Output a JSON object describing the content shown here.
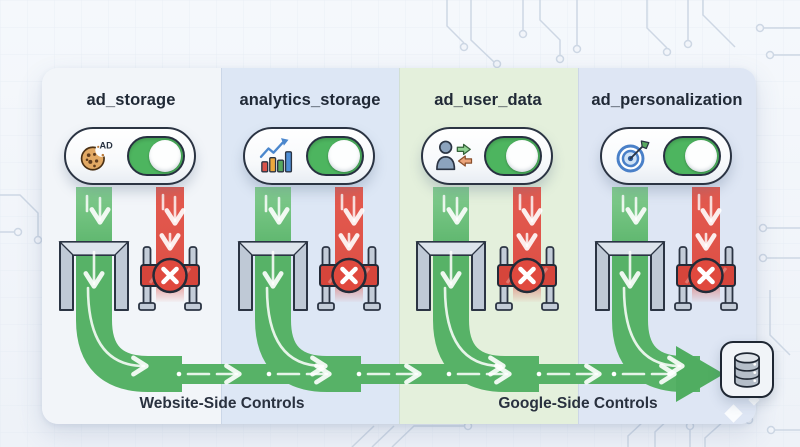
{
  "diagram": {
    "panels": [
      {
        "title": "ad_storage",
        "icon": "cookie-ad-icon",
        "badge": "AD",
        "toggle_state": "on",
        "allowed_path": "open-gate",
        "blocked_path": "closed-valve"
      },
      {
        "title": "analytics_storage",
        "icon": "analytics-bars-icon",
        "toggle_state": "on",
        "allowed_path": "open-gate",
        "blocked_path": "closed-valve"
      },
      {
        "title": "ad_user_data",
        "icon": "user-data-exchange-icon",
        "toggle_state": "on",
        "allowed_path": "open-gate",
        "blocked_path": "closed-valve"
      },
      {
        "title": "ad_personalization",
        "icon": "target-dart-icon",
        "toggle_state": "on",
        "allowed_path": "open-gate",
        "blocked_path": "closed-valve"
      }
    ],
    "footer_labels": {
      "website": "Website-Side Controls",
      "google": "Google-Side Controls"
    },
    "destination": {
      "icon": "database-icon"
    },
    "colors": {
      "allowed_flow_green": "#57b267",
      "blocked_flow_red": "#de5147",
      "toggle_on_green": "#4db55f",
      "valve_red": "#d6453b",
      "panel_tints": [
        "#f2f5f9",
        "#dde7f5",
        "#e4f0dc",
        "#dee6f4"
      ]
    }
  }
}
